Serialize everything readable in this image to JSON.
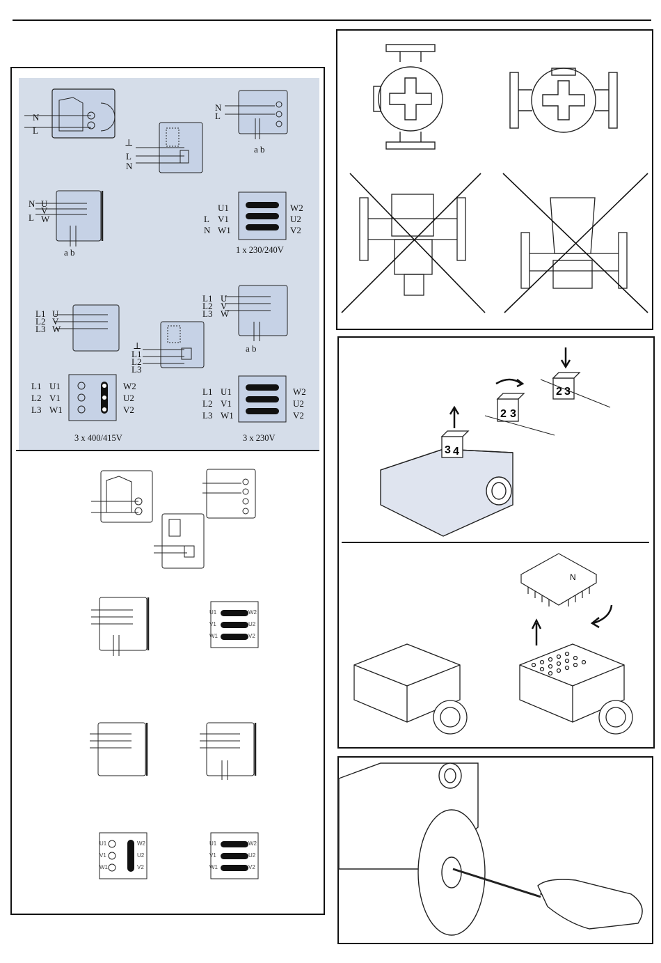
{
  "left_panel": {
    "diagram1": {
      "labels": [
        "N",
        "L"
      ]
    },
    "diagram2": {
      "labels": [
        "L",
        "N"
      ],
      "earth": "⊥"
    },
    "diagram3": {
      "labels": [
        "N",
        "L"
      ],
      "ab": "a b"
    },
    "diagram4": {
      "labels": [
        "N",
        "U",
        "V",
        "L",
        "W"
      ],
      "ab": "a b"
    },
    "diagram5": {
      "left_labels": [
        "L",
        "N"
      ],
      "terminals_left": [
        "U1",
        "V1",
        "W1"
      ],
      "terminals_right": [
        "W2",
        "U2",
        "V2"
      ],
      "caption": "1 x 230/240V"
    },
    "diagram6": {
      "labels": [
        "L1",
        "U",
        "L2",
        "V",
        "L3",
        "W"
      ]
    },
    "diagram7": {
      "labels": [
        "L1",
        "L2",
        "L3"
      ]
    },
    "diagram8": {
      "labels": [
        "L1",
        "U",
        "L2",
        "V",
        "L3",
        "W"
      ],
      "ab": "a b"
    },
    "diagram9": {
      "left_labels": [
        "L1",
        "L2",
        "L3"
      ],
      "terminals_left": [
        "U1",
        "V1",
        "W1"
      ],
      "terminals_right": [
        "W2",
        "U2",
        "V2"
      ],
      "caption": "3 x 400/415V"
    },
    "diagram10": {
      "left_labels": [
        "L1",
        "L2",
        "L3"
      ],
      "terminals_left": [
        "U1",
        "V1",
        "W1"
      ],
      "terminals_right": [
        "W2",
        "U2",
        "V2"
      ],
      "caption": "3 x 230V"
    },
    "lower_small_diagrams": {
      "t1": {
        "left": [
          "U1",
          "V1",
          "W1"
        ],
        "right": [
          "W2",
          "U2",
          "V2"
        ]
      },
      "t2": {
        "left": [
          "U1",
          "V1",
          "W1"
        ],
        "right": [
          "W2",
          "U2",
          "V2"
        ]
      },
      "t3": {
        "left": [
          "U1",
          "V1",
          "W1"
        ],
        "right": [
          "W2",
          "U2",
          "V2"
        ]
      }
    }
  },
  "right_panel": {
    "selector_positions": {
      "first": "3",
      "second": "4",
      "third": "2",
      "fourth": "3",
      "fifth": "2",
      "sixth": "3"
    },
    "chip_label": "N"
  }
}
